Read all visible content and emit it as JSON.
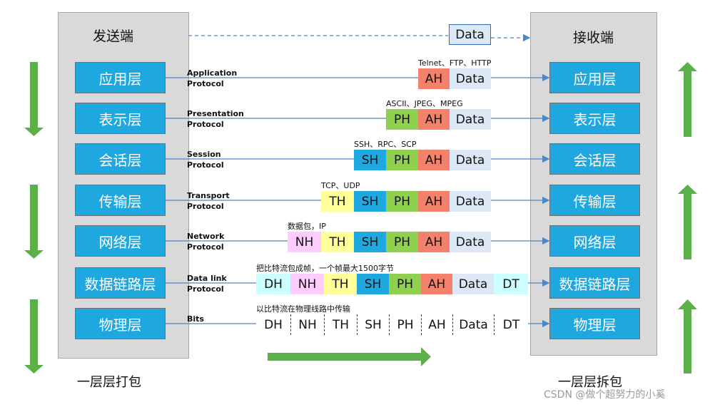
{
  "sender": {
    "title": "发送端",
    "caption": "一层层打包"
  },
  "receiver": {
    "title": "接收端",
    "caption": "一层层拆包"
  },
  "top_packet_label": "Data",
  "layers": [
    {
      "name": "应用层",
      "protocol": "Application\nProtocol",
      "header_note": "Telnet、FTP、HTTP",
      "cells": [
        "AH",
        "Data"
      ]
    },
    {
      "name": "表示层",
      "protocol": "Presentation\nProtocol",
      "header_note": "ASCII、JPEG、MPEG",
      "cells": [
        "PH",
        "AH",
        "Data"
      ]
    },
    {
      "name": "会话层",
      "protocol": "Session\nProtocol",
      "header_note": "SSH、RPC、SCP",
      "cells": [
        "SH",
        "PH",
        "AH",
        "Data"
      ]
    },
    {
      "name": "传输层",
      "protocol": "Transport\nProtocol",
      "header_note": "TCP、UDP",
      "cells": [
        "TH",
        "SH",
        "PH",
        "AH",
        "Data"
      ]
    },
    {
      "name": "网络层",
      "protocol": "Network\nProtocol",
      "header_note": "数据包，IP",
      "cells": [
        "NH",
        "TH",
        "SH",
        "PH",
        "AH",
        "Data"
      ]
    },
    {
      "name": "数据链路层",
      "protocol": "Data link\nProtocol",
      "header_note": "把比特流包成帧，一个帧最大1500字节",
      "cells": [
        "DH",
        "NH",
        "TH",
        "SH",
        "PH",
        "AH",
        "Data",
        "DT"
      ]
    },
    {
      "name": "物理层",
      "protocol": "Bits",
      "header_note": "以比特流在物理线路中传输",
      "cells": [
        "DH",
        "NH",
        "TH",
        "SH",
        "PH",
        "AH",
        "Data",
        "DT"
      ]
    }
  ],
  "colors": {
    "DH": "#ccffff",
    "NH": "#ffccff",
    "TH": "#ffff99",
    "SH": "#1fa8e0",
    "PH": "#8fd14f",
    "AH": "#f4816c",
    "Data": "#dce8f5",
    "DT": "#ccffff",
    "physical": "#ffffff",
    "arrow_green": "#5bb04a",
    "line_blue": "#4a86c8"
  },
  "watermark": "CSDN @做个超努力的小奚"
}
